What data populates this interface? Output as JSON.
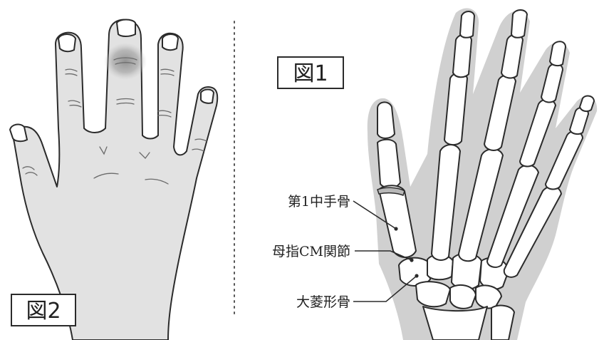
{
  "figure1": {
    "label": "図1"
  },
  "figure2": {
    "label": "図2"
  },
  "annotations": [
    {
      "id": "first-metacarpal",
      "text": "第1中手骨"
    },
    {
      "id": "thumb-cm-joint",
      "text": "母指CM関節"
    },
    {
      "id": "trapezium",
      "text": "大菱形骨"
    }
  ],
  "colors": {
    "skin": "#e2e2e2",
    "silhouette": "#d0d0d0",
    "swelling": "#a9a9a9",
    "line": "#2b2b2b"
  }
}
